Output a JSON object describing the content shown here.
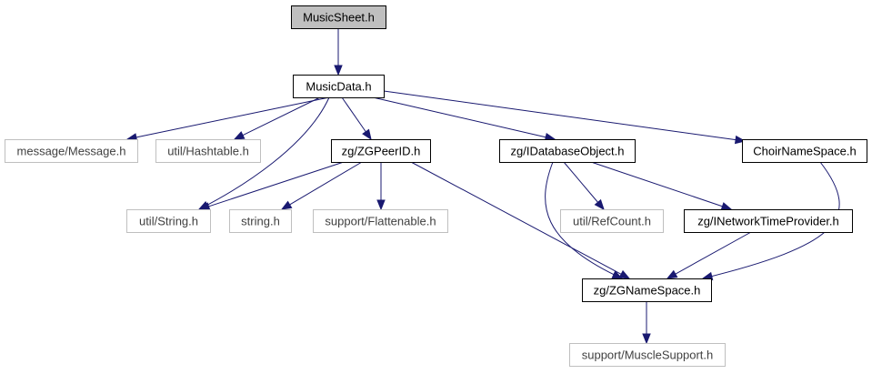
{
  "diagram": {
    "type": "include-dependency-graph",
    "nodes": [
      {
        "id": "musicsheet",
        "label": "MusicSheet.h",
        "style": "root"
      },
      {
        "id": "musicdata",
        "label": "MusicData.h",
        "style": "documented"
      },
      {
        "id": "message",
        "label": "message/Message.h",
        "style": "external"
      },
      {
        "id": "hashtable",
        "label": "util/Hashtable.h",
        "style": "external"
      },
      {
        "id": "zgpeerid",
        "label": "zg/ZGPeerID.h",
        "style": "documented"
      },
      {
        "id": "idatabaseobject",
        "label": "zg/IDatabaseObject.h",
        "style": "documented"
      },
      {
        "id": "choirnamespace",
        "label": "ChoirNameSpace.h",
        "style": "documented"
      },
      {
        "id": "string",
        "label": "util/String.h",
        "style": "external"
      },
      {
        "id": "stringh",
        "label": "string.h",
        "style": "external"
      },
      {
        "id": "flattenable",
        "label": "support/Flattenable.h",
        "style": "external"
      },
      {
        "id": "refcount",
        "label": "util/RefCount.h",
        "style": "external"
      },
      {
        "id": "inetworktimeprovider",
        "label": "zg/INetworkTimeProvider.h",
        "style": "documented"
      },
      {
        "id": "zgnamespace",
        "label": "zg/ZGNameSpace.h",
        "style": "documented"
      },
      {
        "id": "musclesupport",
        "label": "support/MuscleSupport.h",
        "style": "external"
      }
    ],
    "edges": [
      {
        "from": "musicsheet",
        "to": "musicdata"
      },
      {
        "from": "musicdata",
        "to": "message"
      },
      {
        "from": "musicdata",
        "to": "hashtable"
      },
      {
        "from": "musicdata",
        "to": "string"
      },
      {
        "from": "musicdata",
        "to": "zgpeerid"
      },
      {
        "from": "musicdata",
        "to": "idatabaseobject"
      },
      {
        "from": "musicdata",
        "to": "choirnamespace"
      },
      {
        "from": "zgpeerid",
        "to": "string"
      },
      {
        "from": "zgpeerid",
        "to": "stringh"
      },
      {
        "from": "zgpeerid",
        "to": "flattenable"
      },
      {
        "from": "zgpeerid",
        "to": "zgnamespace"
      },
      {
        "from": "idatabaseobject",
        "to": "refcount"
      },
      {
        "from": "idatabaseobject",
        "to": "inetworktimeprovider"
      },
      {
        "from": "idatabaseobject",
        "to": "zgnamespace"
      },
      {
        "from": "choirnamespace",
        "to": "zgnamespace"
      },
      {
        "from": "inetworktimeprovider",
        "to": "zgnamespace"
      },
      {
        "from": "zgnamespace",
        "to": "musclesupport"
      }
    ],
    "colors": {
      "edge": "#191970",
      "root_fill": "#bfbfbf",
      "root_border": "#000000",
      "documented_fill": "#ffffff",
      "documented_border": "#000000",
      "external_fill": "#ffffff",
      "external_border": "#bfbfbf",
      "text_dark": "#000000",
      "text_external": "#404040"
    }
  }
}
